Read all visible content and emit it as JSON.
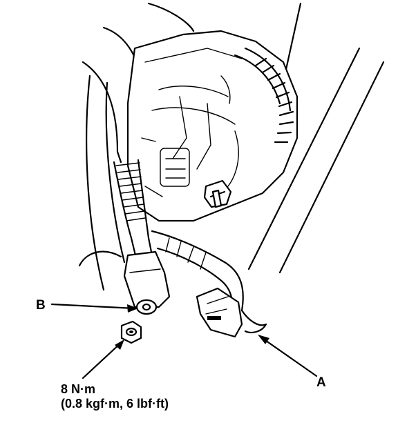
{
  "labels": {
    "callout_a": "A",
    "callout_b": "B",
    "torque_line1": "8 N·m",
    "torque_line2": "(0.8 kgf·m, 6 lbf·ft)"
  },
  "colors": {
    "ink": "#000000",
    "background": "#ffffff"
  },
  "parts": {
    "alternator": "alternator-icon",
    "terminal_nut": "nut-icon",
    "cable_a": "cable-a",
    "terminal_b": "terminal-b"
  }
}
